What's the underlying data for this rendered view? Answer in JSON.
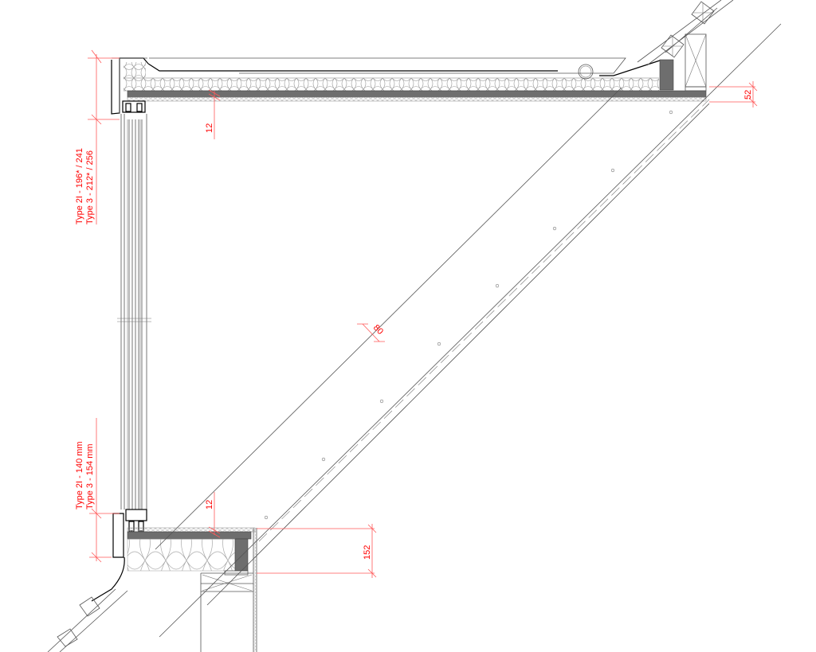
{
  "drawing": {
    "type": "construction-section",
    "subject": "dormer window section detail",
    "colors": {
      "linework": "#555555",
      "dimension": "#ff0000",
      "solid_fill": "#6e6e6e",
      "background": "#ffffff"
    }
  },
  "dimensions": {
    "top_type_label_line1": "Type 2I - 196* / 241",
    "top_type_label_line2": "Type 3 -  212* / 256",
    "bottom_type_label_line1": "Type 2I - 140 mm",
    "bottom_type_label_line2": "Type 3 - 154 mm",
    "top_board_thickness": "12",
    "bottom_board_thickness": "12",
    "rafter_depth": "80",
    "eaves_offset": "52",
    "sill_height": "152"
  }
}
